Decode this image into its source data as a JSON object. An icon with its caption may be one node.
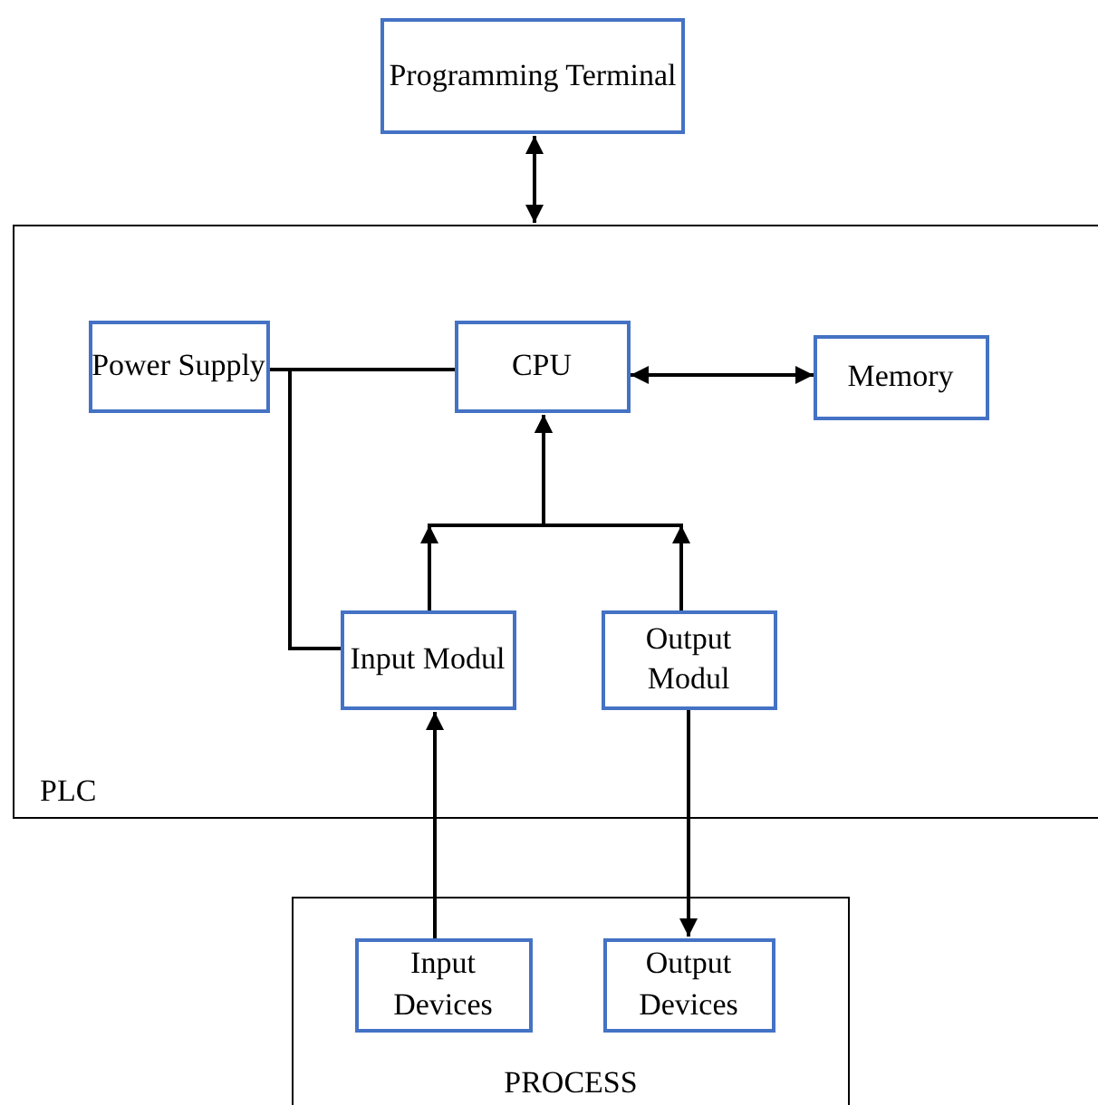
{
  "diagram": {
    "nodes": [
      {
        "text": [
          "Programming Terminal"
        ]
      },
      {
        "text": [
          "PLC"
        ]
      },
      {
        "text": [
          "Power Supply"
        ],
        "in": 1
      },
      {
        "text": [
          "CPU"
        ],
        "in": 1
      },
      {
        "text": [
          "Memory"
        ],
        "in": 1
      },
      {
        "text": [
          "Input Modul"
        ],
        "in": 1
      },
      {
        "text": [
          "Output Modul"
        ],
        "in": 1
      },
      {
        "text": [
          "PROCESS"
        ]
      },
      {
        "text": [
          "Input Devices"
        ],
        "in": 7
      },
      {
        "text": [
          "Output Devices"
        ],
        "in": 7
      }
    ],
    "edges": [
      {
        "from": 0,
        "to": 1,
        "arrow": "both"
      },
      {
        "from": 2,
        "to": 3,
        "arrow": "none"
      },
      {
        "from": 3,
        "to": 4,
        "arrow": "both"
      },
      {
        "from": 2,
        "to": 5,
        "arrow": "none"
      },
      {
        "from": 5,
        "to": 3,
        "arrow": "to"
      },
      {
        "from": 6,
        "to": 3,
        "arrow": "to"
      },
      {
        "from": 8,
        "to": 5,
        "arrow": "to"
      },
      {
        "from": 6,
        "to": 9,
        "arrow": "to"
      }
    ]
  }
}
